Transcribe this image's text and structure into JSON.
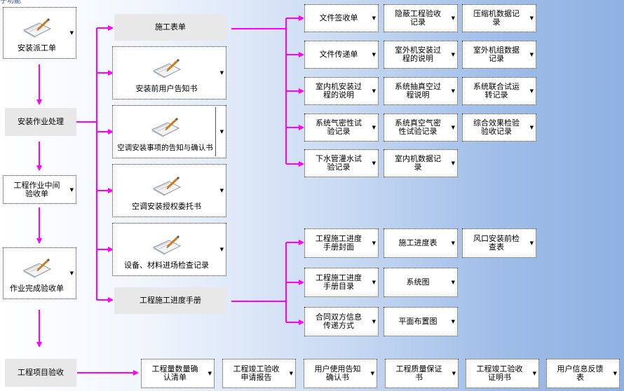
{
  "window": {
    "caption": "子功能"
  },
  "colors": {
    "arrow": "#ff00ff",
    "cell_bg": "#ffffff",
    "header_bg": "#e8e8e8"
  },
  "icons": {
    "doc": "document-pen-icon",
    "dropdown": "dropdown-arrow-icon"
  },
  "left_flow": {
    "dispatch": "安装派工单",
    "process": "安装作业处理",
    "midcheck": "工程作业中间\n验收单",
    "complete": "作业完成验收单",
    "final": "工程项目验收"
  },
  "middle": {
    "construction_form": "施工表单",
    "pre_notice": "安装前用户告知书",
    "ac_notice": "空调安装事项的告知与确认书",
    "authorization": "空调安装授权委托书",
    "material_check": "设备、材料进场检查记录",
    "progress_manual": "工程施工进度手册"
  },
  "forms_grid": [
    "文件签收单",
    "隐蔽工程验收\n记录",
    "压缩机数据记\n录",
    "文件传递单",
    "室外机安装过\n程的说明",
    "室外机组数据\n记录",
    "室内机安装过\n程的说明",
    "系统抽真空过\n程说明",
    "系统联合试运\n转记录",
    "系统气密性试\n验记录",
    "系统真空气密\n性试验记录",
    "综合效果检验\n验收记录",
    "下水管灌水试\n验记录",
    "室内机数据记\n录"
  ],
  "progress_grid": [
    "工程施工进度\n手册封面",
    "施工进度表",
    "风口安装前检\n查表",
    "工程施工进度\n手册目录",
    "系统图",
    "合同双方信息\n传递方式",
    "平面布置图"
  ],
  "bottom_row": [
    "工程量数量确\n认清单",
    "工程竣工验收\n申请报告",
    "用户使用告知\n确认书",
    "工程质量保证\n书",
    "工程竣工验收\n证明书",
    "用户信息反馈\n表"
  ]
}
